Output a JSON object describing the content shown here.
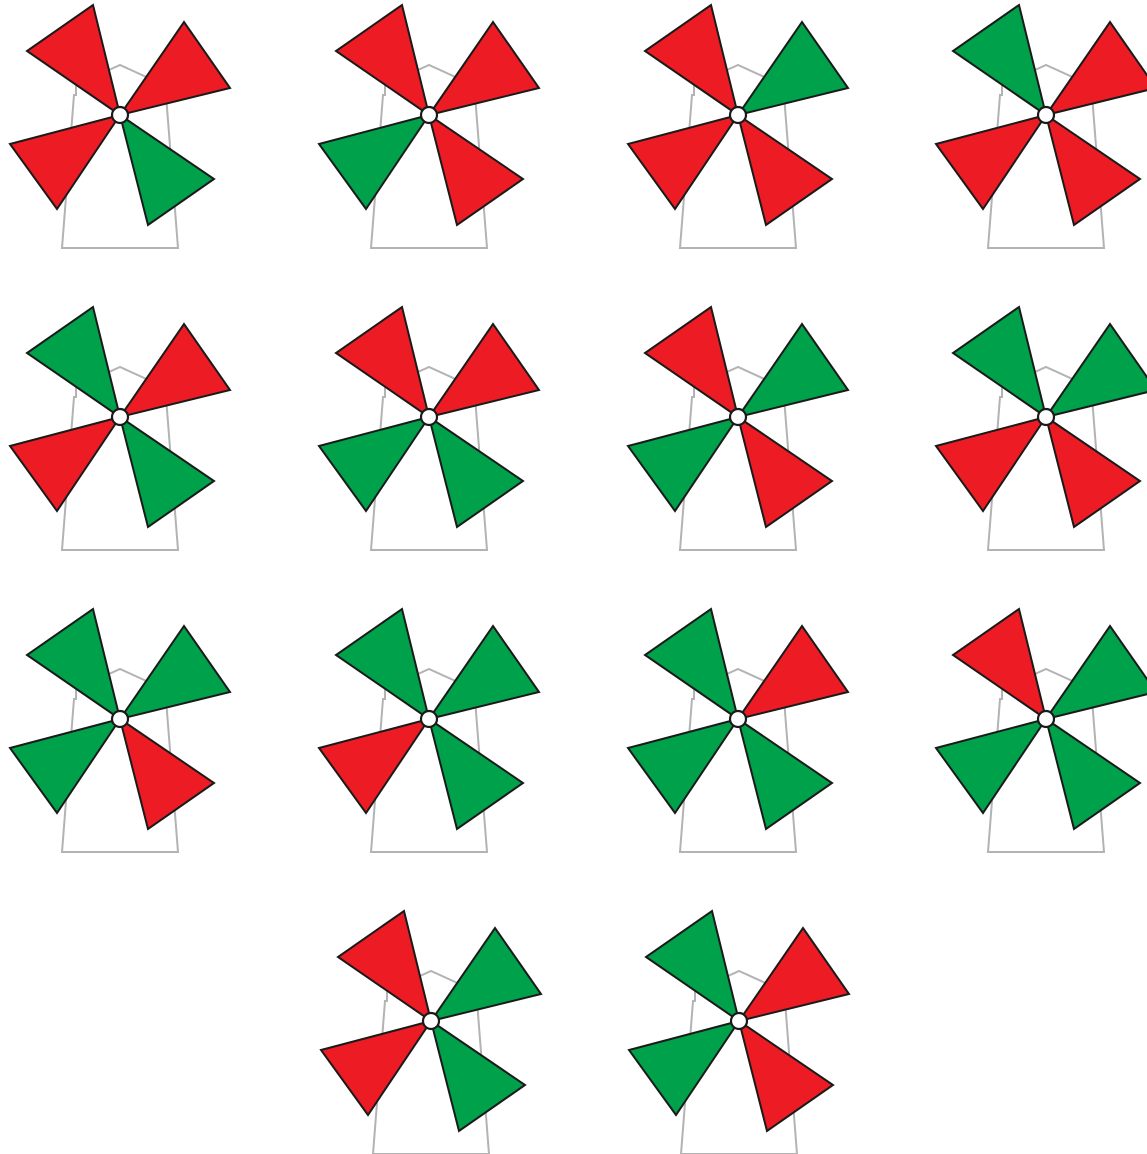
{
  "colors": {
    "red": "#ed1c24",
    "green": "#00a14b",
    "blade_outline": "#1a1a1a",
    "house_outline": "#b3b3b3",
    "background": "#ffffff"
  },
  "windmills": [
    {
      "blades": [
        "red",
        "red",
        "red",
        "green"
      ]
    },
    {
      "blades": [
        "red",
        "red",
        "green",
        "red"
      ]
    },
    {
      "blades": [
        "red",
        "green",
        "red",
        "red"
      ]
    },
    {
      "blades": [
        "green",
        "red",
        "red",
        "red"
      ]
    },
    {
      "blades": [
        "green",
        "red",
        "red",
        "green"
      ]
    },
    {
      "blades": [
        "red",
        "red",
        "green",
        "green"
      ]
    },
    {
      "blades": [
        "red",
        "green",
        "green",
        "red"
      ]
    },
    {
      "blades": [
        "green",
        "green",
        "red",
        "red"
      ]
    },
    {
      "blades": [
        "green",
        "green",
        "green",
        "red"
      ]
    },
    {
      "blades": [
        "green",
        "green",
        "red",
        "green"
      ]
    },
    {
      "blades": [
        "green",
        "red",
        "green",
        "green"
      ]
    },
    {
      "blades": [
        "red",
        "green",
        "green",
        "green"
      ]
    },
    {
      "blades": [
        "red",
        "green",
        "red",
        "green"
      ]
    },
    {
      "blades": [
        "green",
        "red",
        "green",
        "red"
      ]
    }
  ]
}
